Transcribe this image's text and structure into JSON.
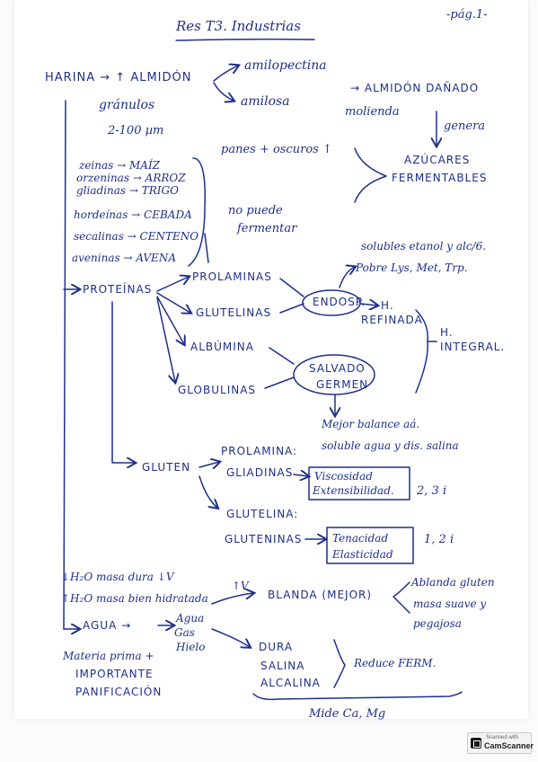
{
  "header": {
    "title": "Res T3. Industrias",
    "page": "-pág.1-"
  },
  "left_column": {
    "harina": "HARINA → ↑ ALMIDÓN",
    "granulos": "gránulos",
    "size": "2-100 µm",
    "zeinas": "zeinas → MAÍZ",
    "orzeninas": "orzeninas → ARROZ",
    "gliadinas_trigo": "gliadinas → TRIGO",
    "hordeinas": "hordeínas → CEBADA",
    "secalinas": "secalinas → CENTENO",
    "aveninas": "aveninas → AVENA",
    "proteinas": "PROTEÍNAS",
    "gluten": "GLUTEN",
    "agua_arrow": "AGUA  →",
    "h2o_down": "↓H₂O masa dura ↓V",
    "h2o_up": "↑H₂O masa bien hidratada",
    "materia1": "Materia prima +",
    "materia2": "IMPORTANTE",
    "materia3": "PANIFICACIÓN"
  },
  "almidon": {
    "amilopectina": "amilopectina",
    "amilosa": "amilosa",
    "danado": "→ ALMIDÓN DAÑADO",
    "molienda": "molienda",
    "genera": "genera",
    "panes": "panes + oscuros ↑",
    "azucares1": "AZÚCARES",
    "azucares2": "FERMENTABLES",
    "no_puede1": "no puede",
    "no_puede2": "fermentar"
  },
  "proteinas": {
    "prolaminas": "PROLAMINAS",
    "glutelinas": "GLUTELINAS",
    "albumina": "ALBÚMINA",
    "globulinas": "GLOBULINAS",
    "endosp": "ENDOSP.",
    "h_refinada1": "H.",
    "h_refinada2": "REFINADA",
    "h_integral1": "H.",
    "h_integral2": "INTEGRAL.",
    "salvado1": "SALVADO",
    "salvado2": "GERMEN",
    "solubles": "solubles etanol y alc/6.",
    "pobre": "Pobre Lys, Met, Trp.",
    "mejor": "Mejor balance aá.",
    "soluble_agua": "soluble agua y dis. salina"
  },
  "gluten": {
    "prolamina": "PROLAMINA:",
    "gliadinas": "GLIADINAS",
    "viscosidad1": "Viscosidad",
    "viscosidad2": "Extensibilidad.",
    "n231": "2, 3 i",
    "glutelina": "GLUTELINA:",
    "gluteninas": "GLUTENINAS",
    "tenacidad1": "Tenacidad",
    "tenacidad2": "Elasticidad",
    "n121": "1, 2 i"
  },
  "agua": {
    "agua_list": [
      "Agua",
      "Gas",
      "Hielo"
    ],
    "v_up": "↑V",
    "blanda": "BLANDA (MEJOR)",
    "ablanda1": "Ablanda gluten",
    "ablanda2": "masa suave y",
    "ablanda3": "pegajosa",
    "dura": "DURA",
    "salina": "SALINA",
    "alcalina": "ALCALINA",
    "reduce": "Reduce FERM.",
    "mide": "Mide Ca, Mg"
  },
  "watermark": {
    "small": "Scanned with",
    "brand": "CamScanner"
  },
  "colors": {
    "ink": "#1f2f8a",
    "paper": "#ffffff"
  }
}
